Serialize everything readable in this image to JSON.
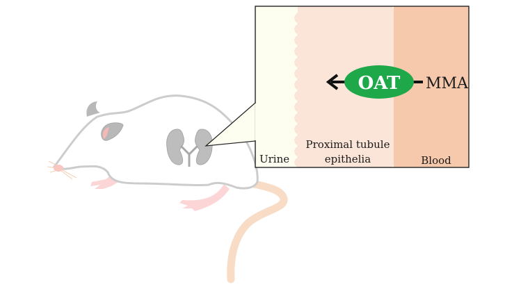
{
  "diagram": {
    "subject": "mouse",
    "organ": "kidneys",
    "inset": {
      "regions": [
        {
          "id": "urine",
          "label": "Urine",
          "color": "#fefef0"
        },
        {
          "id": "epithelia",
          "label_line1": "Proximal tubule",
          "label_line2": "epithelia",
          "color": "#fbe5d8"
        },
        {
          "id": "blood",
          "label": "Blood",
          "color": "#f7c9ac"
        }
      ],
      "transporter": {
        "label": "OAT",
        "color": "#1ea84a",
        "text_color": "#ffffff"
      },
      "substrate": {
        "label": "MMA"
      },
      "direction": "blood-to-epithelia"
    },
    "colors": {
      "outline": "#c8c8c8",
      "organ": "#bdbdbd",
      "pink": "#f9c8c8",
      "tail": "#f9dcc6"
    }
  }
}
